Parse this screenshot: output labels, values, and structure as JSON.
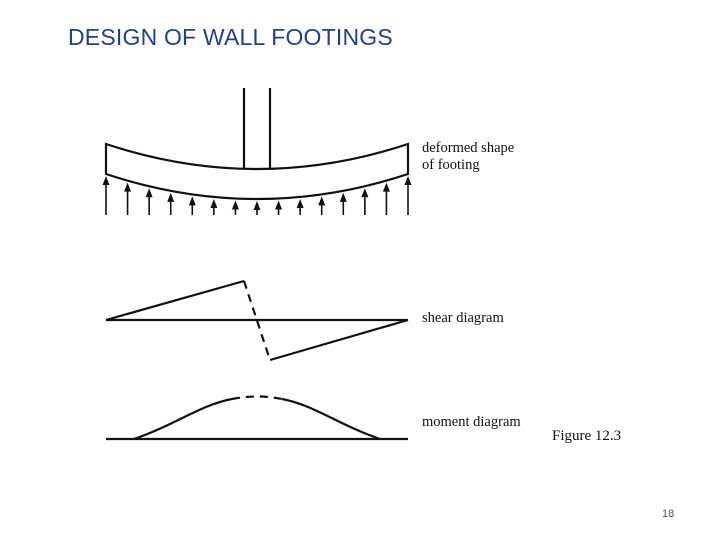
{
  "slide": {
    "title": "DESIGN OF WALL FOOTINGS",
    "page_number": "18"
  },
  "figure": {
    "labels": {
      "deformed_line1": "deformed shape",
      "deformed_line2": "of footing",
      "shear": "shear diagram",
      "moment": "moment diagram",
      "caption": "Figure 12.3"
    },
    "pressure_arrow_count": 15
  }
}
